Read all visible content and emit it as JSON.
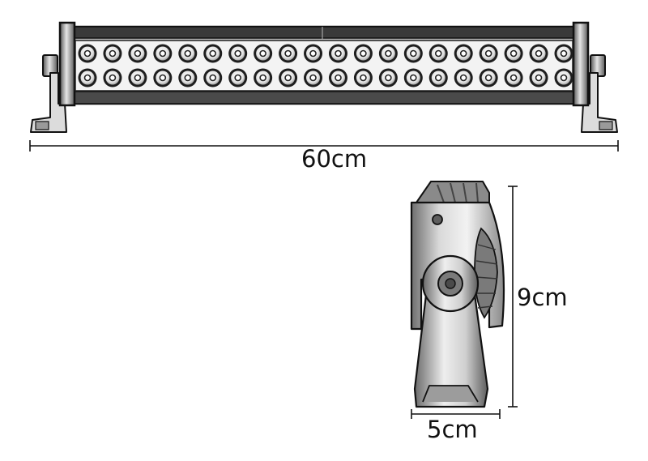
{
  "dimensions": {
    "width": "60cm",
    "height": "9cm",
    "depth": "5cm"
  },
  "led_grid": {
    "rows": 2,
    "columns": 20
  },
  "colors": {
    "housing_dark": "#3a3a3a",
    "housing_mid": "#8a8a8a",
    "housing_light": "#d8d8d8",
    "led_ring": "#1e1e1e",
    "outline": "#111111"
  }
}
